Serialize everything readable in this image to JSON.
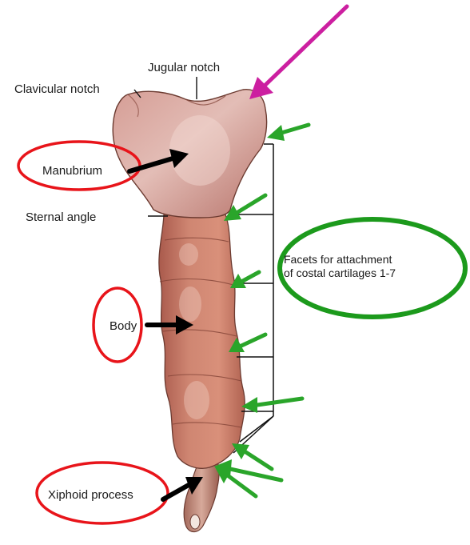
{
  "labels": {
    "jugular_notch": "Jugular notch",
    "clavicular_notch": "Clavicular notch",
    "manubrium": "Manubrium",
    "sternal_angle": "Sternal angle",
    "facets_line1": "Facets for attachment",
    "facets_line2": "of costal cartilages 1-7",
    "body": "Body",
    "xiphoid_process": "Xiphoid process"
  },
  "colors": {
    "highlight_ellipse_red": "#e8141a",
    "highlight_ellipse_green": "#1c9a1c",
    "arrow_green": "#2aa52a",
    "arrow_magenta": "#cc1fa0",
    "arrow_black": "#000000",
    "bone_manubrium": "#c88a82",
    "bone_body": "#c97866",
    "bone_shadow": "#8a4a3e"
  },
  "icons": {
    "bone": "sternum-illustration",
    "pointer": "arrow-icon",
    "highlight": "ellipse-outline"
  }
}
